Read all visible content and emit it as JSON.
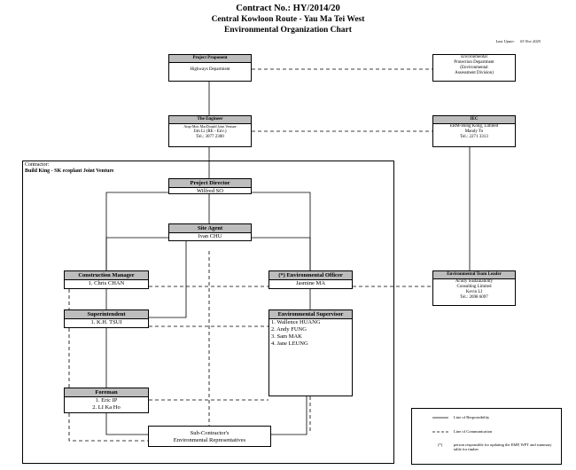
{
  "header": {
    "title": "Contract No.: HY/2014/20",
    "subtitle": "Central Kowloon Route - Yau Ma Tei West",
    "chart_title": "Environmental Organization Chart",
    "last_update_label": "Last Upate:",
    "last_update_value": "03 Nov 2025"
  },
  "project_proponent": {
    "title": "Project Proponent",
    "lines": [
      "Highways Department"
    ]
  },
  "epd": {
    "lines": [
      "Environmental",
      "Protection Department",
      "(Environmental",
      "Assessment Division)"
    ]
  },
  "engineer": {
    "title": "The Engineer",
    "lines": [
      "Arup-Mott MacDonald Joint Venture",
      "Jim Li (RE - Env.)",
      "Tel.: 3077 2300"
    ]
  },
  "iec": {
    "title": "IEC",
    "lines": [
      "ERM-Hong Kong, Limited",
      "Mandy To",
      "Tel.: 2271 3313"
    ]
  },
  "contractor": {
    "label": "Contractor:",
    "name": "Build King - SK ecoplant Joint Venture"
  },
  "project_director": {
    "title": "Project Director",
    "name": "Wilfred SO"
  },
  "site_agent": {
    "title": "Site Agent",
    "name": "Ivan CHU"
  },
  "construction_manager": {
    "title": "Construction Manager",
    "name": "1. Chris CHAN"
  },
  "env_officer": {
    "title": "(*)  Environmental Officer",
    "name": "Jasmine MA"
  },
  "superintendent": {
    "title": "Superintendent",
    "name": "1. K.H. TSUI"
  },
  "env_supervisor": {
    "title": "Environmental Supervisor",
    "names": [
      "1. Wallence HUANG",
      "2. Andy FUNG",
      "3. Sam MAK",
      "4. Jane LEUNG"
    ]
  },
  "foreman": {
    "title": "Foreman",
    "names": [
      "1. Eric IP",
      "2. LI Ka Ho"
    ]
  },
  "subcontractor": {
    "lines": [
      "Sub-Contractor's",
      "Environmental Representatives"
    ]
  },
  "etl": {
    "title": "Environmental Team Leader",
    "lines": [
      "Acuity Sustainability",
      "Consulting Limited",
      "Kevin LI",
      "Tel.: 2698 6097"
    ]
  },
  "legend": {
    "responsibility": "Line of Responsibility",
    "communication": "Line of Communication",
    "asterisk": "(*)",
    "note": "person responsible for updating the EMP, WPT and summary table for timber"
  }
}
